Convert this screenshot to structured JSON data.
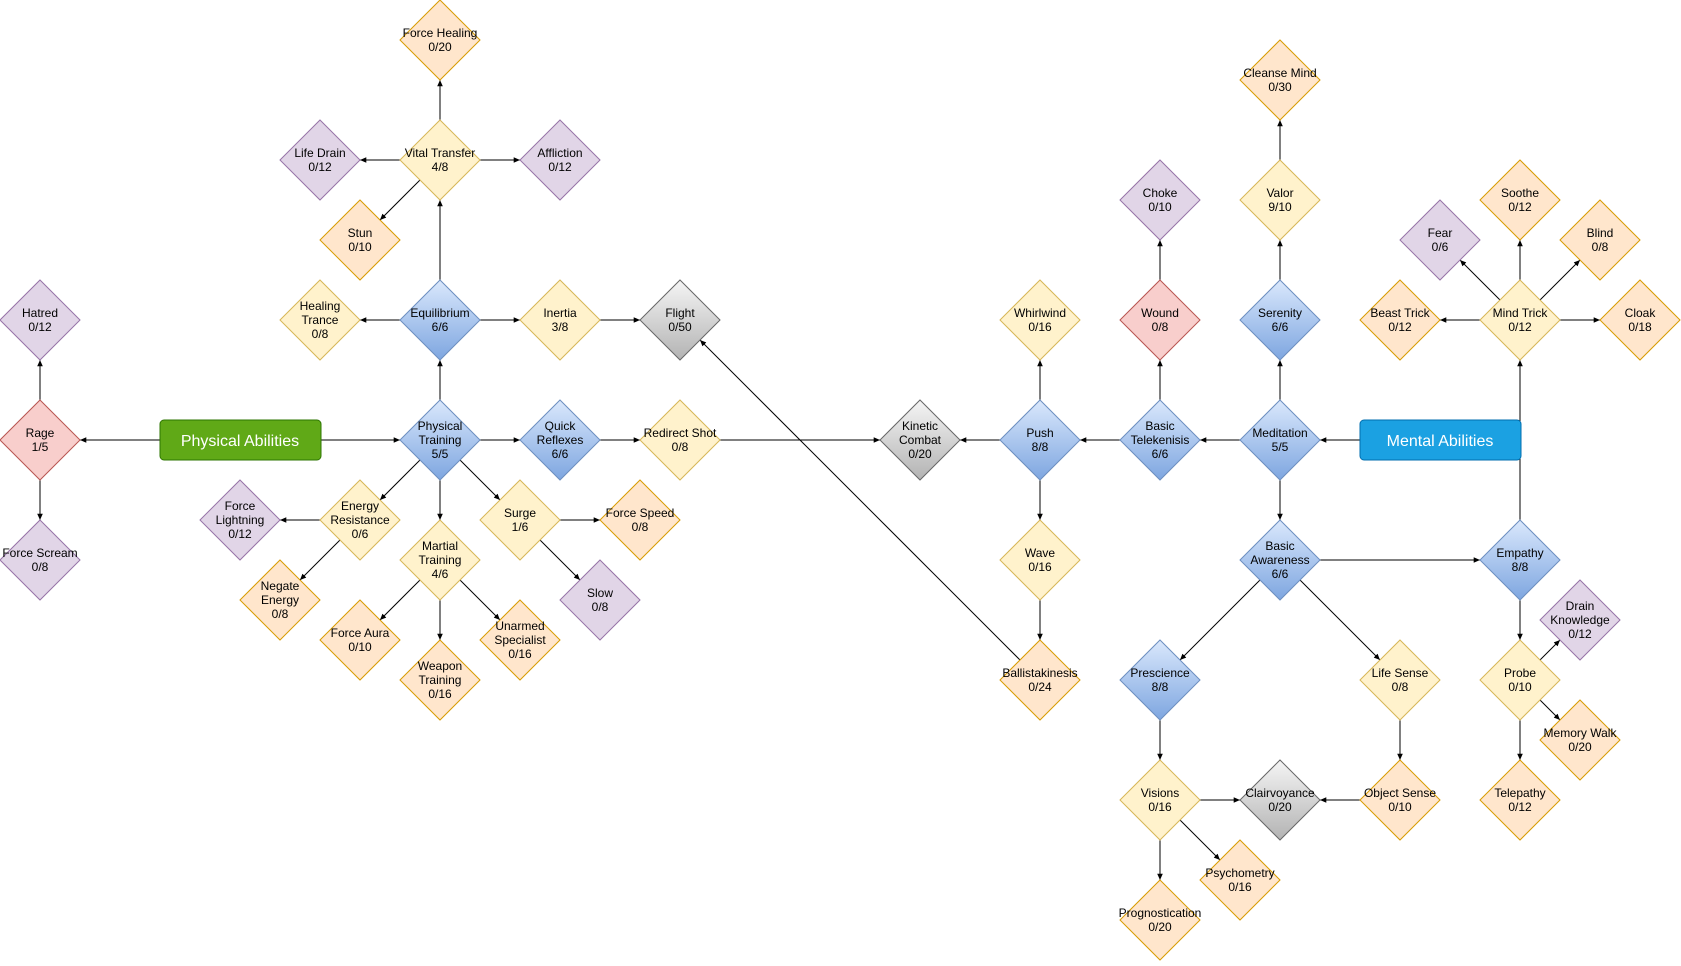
{
  "colors": {
    "blue": {
      "fill": "#7ea6e0",
      "fill2": "#dae8fc",
      "stroke": "#6c8ebf"
    },
    "yellow": {
      "fill": "#fff2cc",
      "stroke": "#d6b656"
    },
    "orange": {
      "fill": "#ffe6cc",
      "stroke": "#d79b00"
    },
    "purple": {
      "fill": "#e1d5e7",
      "stroke": "#9673a6"
    },
    "red": {
      "fill": "#f8cecc",
      "stroke": "#b85450"
    },
    "gray": {
      "fill": "#d0d0d0",
      "fill2": "#f5f5f5",
      "stroke": "#666666"
    },
    "green_label": "#60a917",
    "cyan_label": "#1ba1e2"
  },
  "labels": {
    "physical": "Physical Abilities",
    "mental": "Mental Abilities"
  },
  "nodes": {
    "force_healing": {
      "name": "Force Healing",
      "value": "0/20",
      "color": "orange"
    },
    "life_drain": {
      "name": "Life Drain",
      "value": "0/12",
      "color": "purple"
    },
    "vital_transfer": {
      "name": "Vital Transfer",
      "value": "4/8",
      "color": "yellow"
    },
    "affliction": {
      "name": "Affliction",
      "value": "0/12",
      "color": "purple"
    },
    "stun": {
      "name": "Stun",
      "value": "0/10",
      "color": "orange"
    },
    "healing_trance": {
      "name": "Healing\nTrance",
      "value": "0/8",
      "color": "yellow"
    },
    "equilibrium": {
      "name": "Equilibrium",
      "value": "6/6",
      "color": "blue"
    },
    "inertia": {
      "name": "Inertia",
      "value": "3/8",
      "color": "yellow"
    },
    "flight": {
      "name": "Flight",
      "value": "0/50",
      "color": "gray"
    },
    "hatred": {
      "name": "Hatred",
      "value": "0/12",
      "color": "purple"
    },
    "rage": {
      "name": "Rage",
      "value": "1/5",
      "color": "red"
    },
    "force_scream": {
      "name": "Force Scream",
      "value": "0/8",
      "color": "purple"
    },
    "physical_training": {
      "name": "Physical\nTraining",
      "value": "5/5",
      "color": "blue"
    },
    "quick_reflexes": {
      "name": "Quick\nReflexes",
      "value": "6/6",
      "color": "blue"
    },
    "redirect_shot": {
      "name": "Redirect Shot",
      "value": "0/8",
      "color": "yellow"
    },
    "force_lightning": {
      "name": "Force\nLightning",
      "value": "0/12",
      "color": "purple"
    },
    "energy_resistance": {
      "name": "Energy\nResistance",
      "value": "0/6",
      "color": "yellow"
    },
    "surge": {
      "name": "Surge",
      "value": "1/6",
      "color": "yellow"
    },
    "force_speed": {
      "name": "Force Speed",
      "value": "0/8",
      "color": "orange"
    },
    "negate_energy": {
      "name": "Negate\nEnergy",
      "value": "0/8",
      "color": "orange"
    },
    "martial_training": {
      "name": "Martial\nTraining",
      "value": "4/6",
      "color": "yellow"
    },
    "slow": {
      "name": "Slow",
      "value": "0/8",
      "color": "purple"
    },
    "force_aura": {
      "name": "Force Aura",
      "value": "0/10",
      "color": "orange"
    },
    "unarmed_specialist": {
      "name": "Unarmed\nSpecialist",
      "value": "0/16",
      "color": "orange"
    },
    "weapon_training": {
      "name": "Weapon\nTraining",
      "value": "0/16",
      "color": "orange"
    },
    "kinetic_combat": {
      "name": "Kinetic\nCombat",
      "value": "0/20",
      "color": "gray"
    },
    "whirlwind": {
      "name": "Whirlwind",
      "value": "0/16",
      "color": "yellow"
    },
    "push": {
      "name": "Push",
      "value": "8/8",
      "color": "blue"
    },
    "wave": {
      "name": "Wave",
      "value": "0/16",
      "color": "yellow"
    },
    "ballistakinesis": {
      "name": "Ballistakinesis",
      "value": "0/24",
      "color": "orange"
    },
    "choke": {
      "name": "Choke",
      "value": "0/10",
      "color": "purple"
    },
    "wound": {
      "name": "Wound",
      "value": "0/8",
      "color": "red"
    },
    "basic_telekenisis": {
      "name": "Basic\nTelekenisis",
      "value": "6/6",
      "color": "blue"
    },
    "cleanse_mind": {
      "name": "Cleanse Mind",
      "value": "0/30",
      "color": "orange"
    },
    "valor": {
      "name": "Valor",
      "value": "9/10",
      "color": "yellow"
    },
    "serenity": {
      "name": "Serenity",
      "value": "6/6",
      "color": "blue"
    },
    "meditation": {
      "name": "Meditation",
      "value": "5/5",
      "color": "blue"
    },
    "basic_awareness": {
      "name": "Basic\nAwareness",
      "value": "6/6",
      "color": "blue"
    },
    "prescience": {
      "name": "Prescience",
      "value": "8/8",
      "color": "blue"
    },
    "life_sense": {
      "name": "Life Sense",
      "value": "0/8",
      "color": "yellow"
    },
    "visions": {
      "name": "Visions",
      "value": "0/16",
      "color": "yellow"
    },
    "clairvoyance": {
      "name": "Clairvoyance",
      "value": "0/20",
      "color": "gray"
    },
    "object_sense": {
      "name": "Object Sense",
      "value": "0/10",
      "color": "orange"
    },
    "prognostication": {
      "name": "Prognostication",
      "value": "0/20",
      "color": "orange"
    },
    "psychometry": {
      "name": "Psychometry",
      "value": "0/16",
      "color": "orange"
    },
    "soothe": {
      "name": "Soothe",
      "value": "0/12",
      "color": "orange"
    },
    "fear": {
      "name": "Fear",
      "value": "0/6",
      "color": "purple"
    },
    "blind": {
      "name": "Blind",
      "value": "0/8",
      "color": "orange"
    },
    "beast_trick": {
      "name": "Beast Trick",
      "value": "0/12",
      "color": "orange"
    },
    "mind_trick": {
      "name": "Mind Trick",
      "value": "0/12",
      "color": "yellow"
    },
    "cloak": {
      "name": "Cloak",
      "value": "0/18",
      "color": "orange"
    },
    "empathy": {
      "name": "Empathy",
      "value": "8/8",
      "color": "blue"
    },
    "drain_knowledge": {
      "name": "Drain\nKnowledge",
      "value": "0/12",
      "color": "purple"
    },
    "probe": {
      "name": "Probe",
      "value": "0/10",
      "color": "yellow"
    },
    "memory_walk": {
      "name": "Memory Walk",
      "value": "0/20",
      "color": "orange"
    },
    "telepathy": {
      "name": "Telepathy",
      "value": "0/12",
      "color": "orange"
    }
  },
  "edges": [
    [
      "physical_label",
      "rage"
    ],
    [
      "physical_label",
      "physical_training"
    ],
    [
      "rage",
      "hatred"
    ],
    [
      "rage",
      "force_scream"
    ],
    [
      "physical_training",
      "equilibrium"
    ],
    [
      "physical_training",
      "quick_reflexes"
    ],
    [
      "physical_training",
      "energy_resistance"
    ],
    [
      "physical_training",
      "martial_training"
    ],
    [
      "physical_training",
      "surge"
    ],
    [
      "quick_reflexes",
      "redirect_shot"
    ],
    [
      "redirect_shot",
      "kinetic_combat"
    ],
    [
      "energy_resistance",
      "force_lightning"
    ],
    [
      "energy_resistance",
      "negate_energy"
    ],
    [
      "martial_training",
      "force_aura"
    ],
    [
      "martial_training",
      "weapon_training"
    ],
    [
      "martial_training",
      "unarmed_specialist"
    ],
    [
      "surge",
      "force_speed"
    ],
    [
      "surge",
      "slow"
    ],
    [
      "equilibrium",
      "healing_trance"
    ],
    [
      "equilibrium",
      "inertia"
    ],
    [
      "equilibrium",
      "vital_transfer"
    ],
    [
      "inertia",
      "flight"
    ],
    [
      "vital_transfer",
      "force_healing"
    ],
    [
      "vital_transfer",
      "life_drain"
    ],
    [
      "vital_transfer",
      "affliction"
    ],
    [
      "vital_transfer",
      "stun"
    ],
    [
      "ballistakinesis",
      "flight"
    ],
    [
      "mental_label",
      "meditation"
    ],
    [
      "meditation",
      "basic_telekenisis"
    ],
    [
      "meditation",
      "serenity"
    ],
    [
      "meditation",
      "basic_awareness"
    ],
    [
      "basic_telekenisis",
      "push"
    ],
    [
      "basic_telekenisis",
      "wound"
    ],
    [
      "push",
      "kinetic_combat"
    ],
    [
      "push",
      "whirlwind"
    ],
    [
      "push",
      "wave"
    ],
    [
      "wave",
      "ballistakinesis"
    ],
    [
      "wound",
      "choke"
    ],
    [
      "serenity",
      "valor"
    ],
    [
      "valor",
      "cleanse_mind"
    ],
    [
      "basic_awareness",
      "empathy"
    ],
    [
      "basic_awareness",
      "prescience"
    ],
    [
      "basic_awareness",
      "life_sense"
    ],
    [
      "prescience",
      "visions"
    ],
    [
      "visions",
      "clairvoyance"
    ],
    [
      "visions",
      "prognostication"
    ],
    [
      "visions",
      "psychometry"
    ],
    [
      "life_sense",
      "object_sense"
    ],
    [
      "object_sense",
      "clairvoyance"
    ],
    [
      "empathy",
      "mind_trick"
    ],
    [
      "empathy",
      "probe"
    ],
    [
      "mind_trick",
      "soothe"
    ],
    [
      "mind_trick",
      "fear"
    ],
    [
      "mind_trick",
      "blind"
    ],
    [
      "mind_trick",
      "beast_trick"
    ],
    [
      "mind_trick",
      "cloak"
    ],
    [
      "probe",
      "drain_knowledge"
    ],
    [
      "probe",
      "memory_walk"
    ],
    [
      "probe",
      "telepathy"
    ]
  ]
}
